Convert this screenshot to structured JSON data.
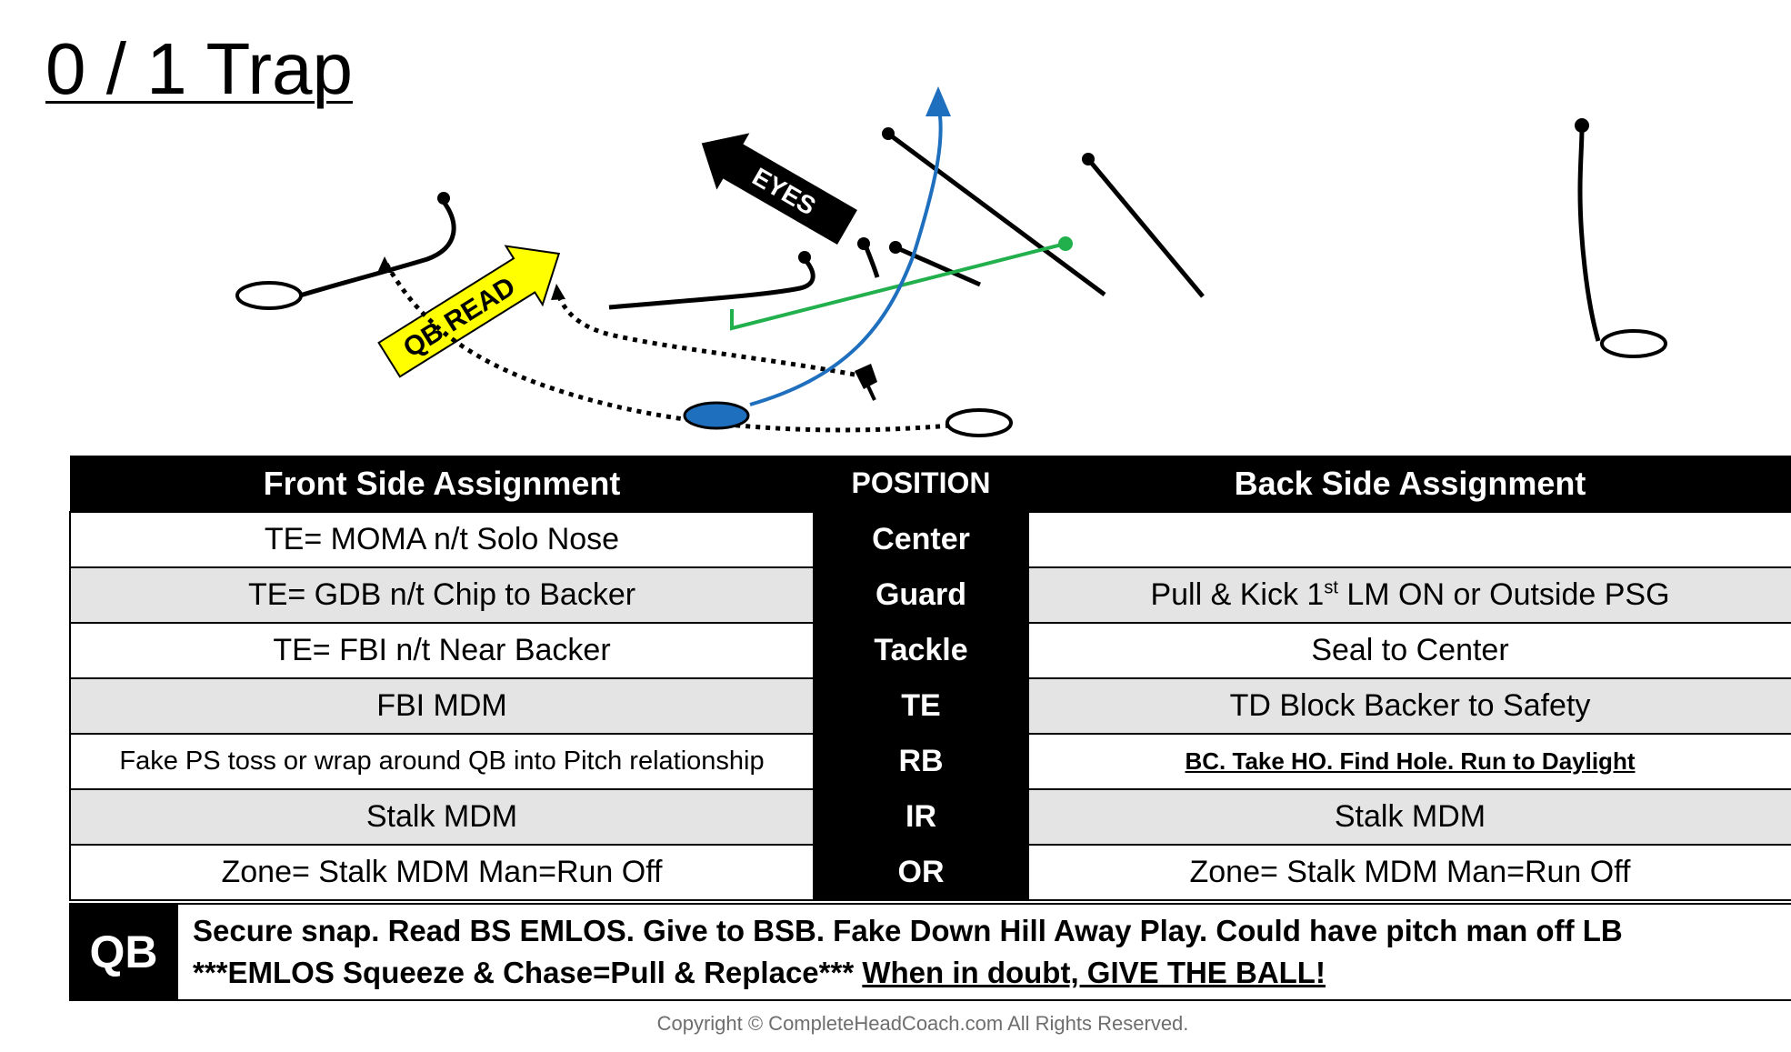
{
  "title": "0 / 1 Trap",
  "diagram": {
    "labels": {
      "eyes": "EYES",
      "qb_read": "QB READ"
    },
    "colors": {
      "ball_route": "#1f6fbf",
      "pull_route": "#22b04c",
      "qb_read_arrow": "#ffff00"
    }
  },
  "table": {
    "headers": {
      "front": "Front Side Assignment",
      "position": "POSITION",
      "back": "Back Side Assignment"
    },
    "rows": [
      {
        "front": "TE= MOMA n/t Solo Nose",
        "position": "Center",
        "back": ""
      },
      {
        "front": "TE= GDB n/t Chip to Backer",
        "position": "Guard",
        "back": "Pull & Kick 1st LM ON or Outside PSG"
      },
      {
        "front": "TE= FBI n/t Near Backer",
        "position": "Tackle",
        "back": "Seal to Center"
      },
      {
        "front": "FBI MDM",
        "position": "TE",
        "back": "TD Block Backer to Safety"
      },
      {
        "front": "Fake PS toss or wrap around QB into Pitch relationship",
        "position": "RB",
        "back": "BC. Take HO. Find Hole. Run to Daylight"
      },
      {
        "front": "Stalk MDM",
        "position": "IR",
        "back": "Stalk MDM"
      },
      {
        "front": "Zone= Stalk MDM Man=Run Off",
        "position": "OR",
        "back": "Zone= Stalk MDM Man=Run Off"
      }
    ],
    "qb": {
      "label": "QB",
      "line1": "Secure snap. Read BS EMLOS. Give to BSB. Fake Down Hill Away Play. Could have pitch man off LB",
      "line2_plain": "***EMLOS Squeeze & Chase=Pull & Replace***",
      "line2_underlined": "When in doubt, GIVE THE BALL!"
    }
  },
  "copyright": "Copyright © CompleteHeadCoach.com  All Rights Reserved."
}
